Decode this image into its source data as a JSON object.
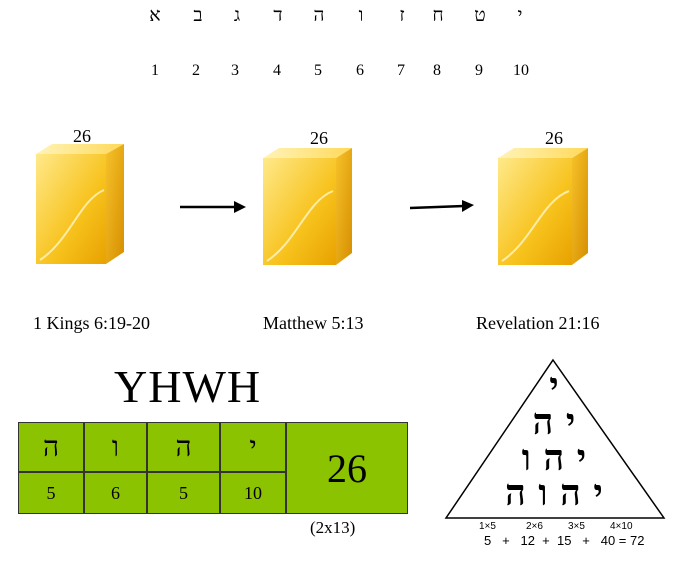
{
  "alphabet": {
    "letters": [
      "א",
      "ב",
      "ג",
      "ד",
      "ה",
      "ו",
      "ז",
      "ח",
      "ט",
      "י"
    ],
    "numbers": [
      "1",
      "2",
      "3",
      "4",
      "5",
      "6",
      "7",
      "8",
      "9",
      "10"
    ]
  },
  "cubes": [
    {
      "label": "26",
      "caption": "1 Kings 6:19-20"
    },
    {
      "label": "26",
      "caption": "Matthew 5:13"
    },
    {
      "label": "26",
      "caption": "Revelation 21:16"
    }
  ],
  "yhwh": {
    "title": "YHWH",
    "letters": [
      "ה",
      "ו",
      "ה",
      "י"
    ],
    "values": [
      "5",
      "6",
      "5",
      "10"
    ],
    "total": "26",
    "factor": "(2x13)"
  },
  "triangle": {
    "rows": [
      "י",
      "י ה",
      "י ה ו",
      "י ה ו ה"
    ],
    "products": [
      "1×5",
      "2×6",
      "3×5",
      "4×10"
    ],
    "sum": "5   +   12  +  15   +   40 = 72"
  },
  "colors": {
    "green": "#8cc300",
    "cube_light": "#ffe98a",
    "cube_dark": "#e8a100"
  }
}
